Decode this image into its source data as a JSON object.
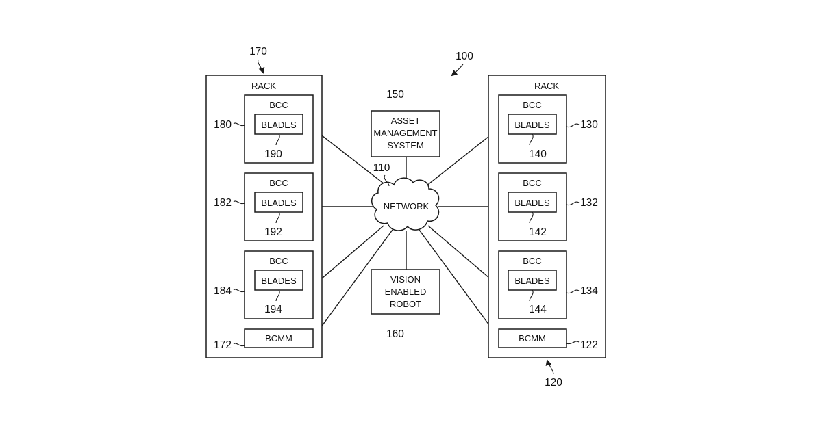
{
  "figure_ref": "100",
  "network": {
    "label": "NETWORK",
    "ref": "110"
  },
  "asset_management": {
    "lines": [
      "ASSET",
      "MANAGEMENT",
      "SYSTEM"
    ],
    "ref": "150"
  },
  "robot": {
    "lines": [
      "VISION",
      "ENABLED",
      "ROBOT"
    ],
    "ref": "160"
  },
  "left_rack": {
    "title": "RACK",
    "ref": "170",
    "bccs": [
      {
        "title": "BCC",
        "blades": "BLADES",
        "bcc_ref": "180",
        "blades_ref": "190"
      },
      {
        "title": "BCC",
        "blades": "BLADES",
        "bcc_ref": "182",
        "blades_ref": "192"
      },
      {
        "title": "BCC",
        "blades": "BLADES",
        "bcc_ref": "184",
        "blades_ref": "194"
      }
    ],
    "bcmm": {
      "label": "BCMM",
      "ref": "172"
    }
  },
  "right_rack": {
    "title": "RACK",
    "ref": "120",
    "bccs": [
      {
        "title": "BCC",
        "blades": "BLADES",
        "bcc_ref": "130",
        "blades_ref": "140"
      },
      {
        "title": "BCC",
        "blades": "BLADES",
        "bcc_ref": "132",
        "blades_ref": "142"
      },
      {
        "title": "BCC",
        "blades": "BLADES",
        "bcc_ref": "134",
        "blades_ref": "144"
      }
    ],
    "bcmm": {
      "label": "BCMM",
      "ref": "122"
    }
  }
}
